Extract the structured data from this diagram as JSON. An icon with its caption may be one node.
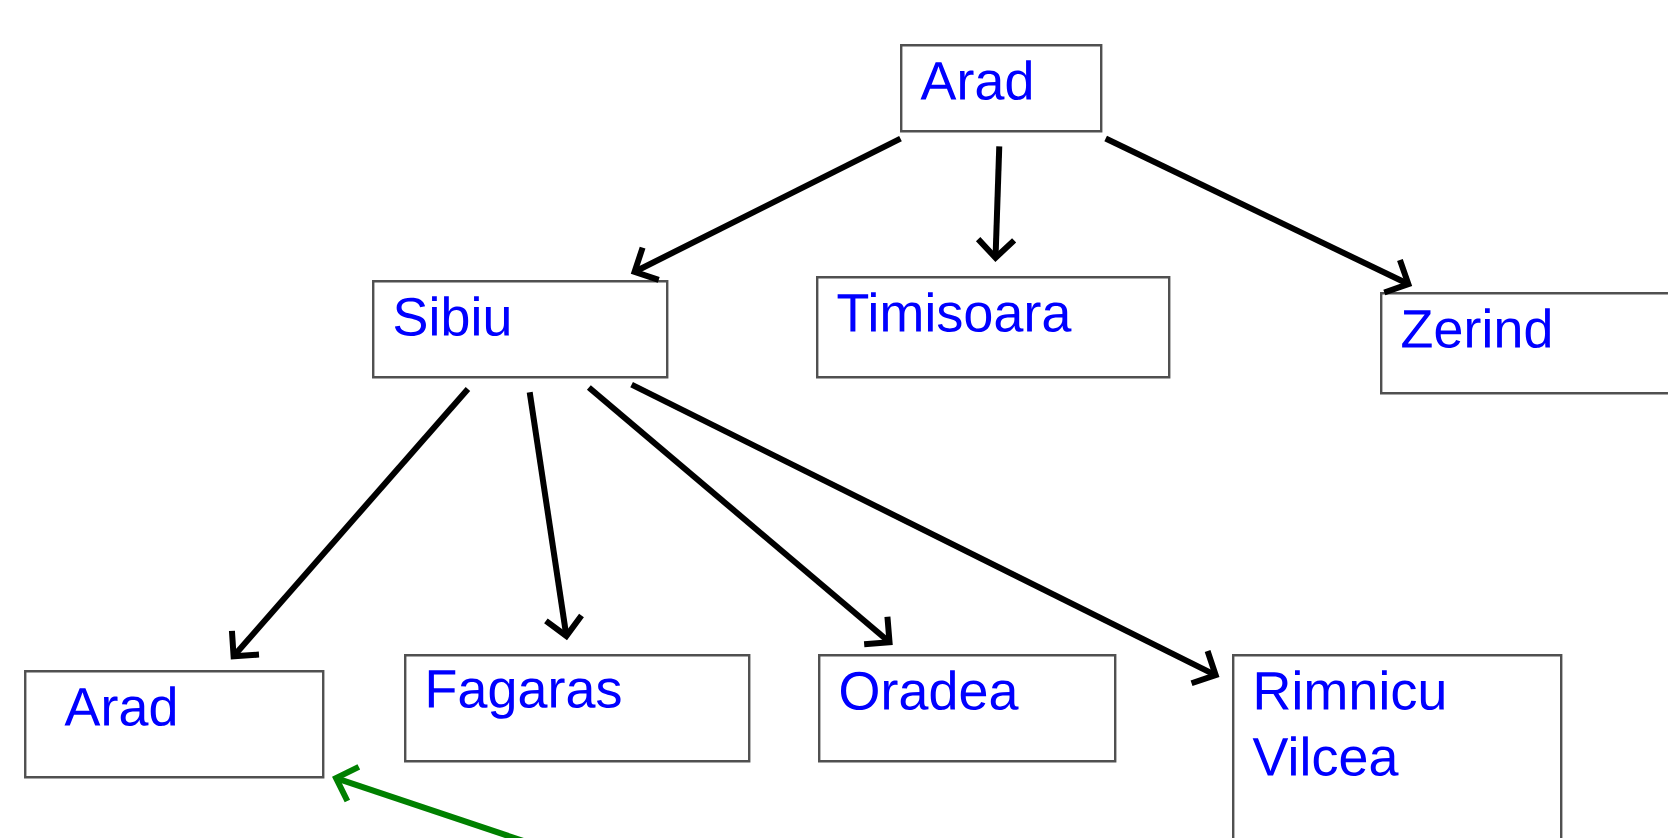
{
  "diagram": {
    "nodes": [
      {
        "text": [
          "Arad"
        ]
      },
      {
        "text": [
          "Sibiu"
        ]
      },
      {
        "text": [
          "Timisoara"
        ]
      },
      {
        "text": [
          "Zerind"
        ]
      },
      {
        "text": [
          "Arad"
        ]
      },
      {
        "text": [
          "Fagaras"
        ]
      },
      {
        "text": [
          "Oradea"
        ]
      },
      {
        "text": [
          "Rimnicu Vilcea"
        ]
      }
    ],
    "edges": [
      {
        "from": 0,
        "to": 1,
        "arrow": "to"
      },
      {
        "from": 0,
        "to": 2,
        "arrow": "to"
      },
      {
        "from": 0,
        "to": 3,
        "arrow": "to"
      },
      {
        "from": 1,
        "to": 4,
        "arrow": "to"
      },
      {
        "from": 1,
        "to": 5,
        "arrow": "to"
      },
      {
        "from": 1,
        "to": 6,
        "arrow": "to"
      },
      {
        "from": 1,
        "to": 7,
        "arrow": "to"
      },
      {
        "from": null,
        "to": 4,
        "arrow": "to",
        "color": "#008000"
      }
    ]
  }
}
